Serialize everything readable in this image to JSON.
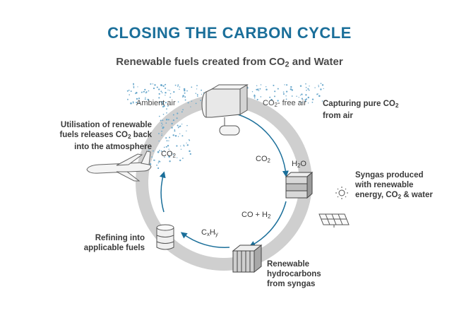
{
  "title": "CLOSING THE CARBON CYCLE",
  "subtitle": {
    "main": "Renewable fuels created from CO",
    "sub": "2",
    "tail": " and Water"
  },
  "labels": {
    "ambient_air": "Ambient air",
    "co2_free_air": {
      "a": "CO",
      "sub": "2",
      "b": "- free air"
    },
    "capturing": {
      "line1a": "Capturing pure CO",
      "sub": "2",
      "line2": "from air"
    },
    "utilisation": {
      "line1": "Utilisation of renewable",
      "line2a": "fuels releases CO",
      "sub": "2",
      "line2b": " back",
      "line3": "into the atmosphere"
    },
    "syngas": {
      "line1": "Syngas produced",
      "line2": "with renewable",
      "line3a": "energy, CO",
      "sub": "2",
      "line3b": " & water"
    },
    "refining": {
      "line1": "Refining into",
      "line2": "applicable fuels"
    },
    "renewable_hc": {
      "line1": "Renewable",
      "line2": "hydrocarbons",
      "line3": "from syngas"
    }
  },
  "molecules": {
    "co2_right": {
      "a": "CO",
      "sub": "2"
    },
    "co2_left": {
      "a": "CO",
      "sub": "2"
    },
    "h2o": {
      "a": "H",
      "sub": "2",
      "b": "O"
    },
    "co_h2": {
      "a": "CO + H",
      "sub": "2"
    },
    "cxhy": {
      "a": "C",
      "sub1": "x",
      "b": "H",
      "sub2": "y"
    }
  },
  "colors": {
    "title": "#1b6f9a",
    "arrow": "#1b6f9a",
    "ring": "#cfcfcf",
    "dots": "#6aa8cc"
  }
}
